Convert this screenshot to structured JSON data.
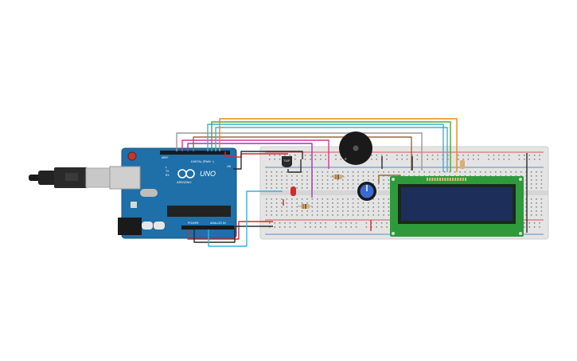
{
  "arduino": {
    "model_label": "UNO",
    "brand_label": "ARDUINO",
    "digital_label": "DIGITAL (PWM ~)",
    "power_label": "POWER",
    "analog_label": "ANALOG IN",
    "tx_label": "TX",
    "rx_label": "RX",
    "l_label": "L",
    "on_label": "ON",
    "aref_label": "AREF"
  },
  "sensor": {
    "label": "TMP"
  },
  "colors": {
    "board_blue": "#1f6fa8",
    "breadboard": "#e6e6e6",
    "lcd_pcb": "#2e9a3c",
    "lcd_screen": "#1d2e5a",
    "wire_red": "#d42a2a",
    "wire_black": "#2a2a2a",
    "wire_orange": "#e68a1a",
    "wire_green": "#4aa83a",
    "wire_blue": "#3ab0d8",
    "wire_purple": "#9a3ab0",
    "wire_brown": "#9a6a3a",
    "wire_gray": "#9a9a9a",
    "wire_pink": "#d03a90"
  },
  "components": [
    {
      "name": "usb-cable"
    },
    {
      "name": "arduino-uno-board"
    },
    {
      "name": "breadboard"
    },
    {
      "name": "piezo-buzzer"
    },
    {
      "name": "temperature-sensor"
    },
    {
      "name": "red-led"
    },
    {
      "name": "resistor"
    },
    {
      "name": "potentiometer"
    },
    {
      "name": "lcd-16x2-display"
    }
  ]
}
